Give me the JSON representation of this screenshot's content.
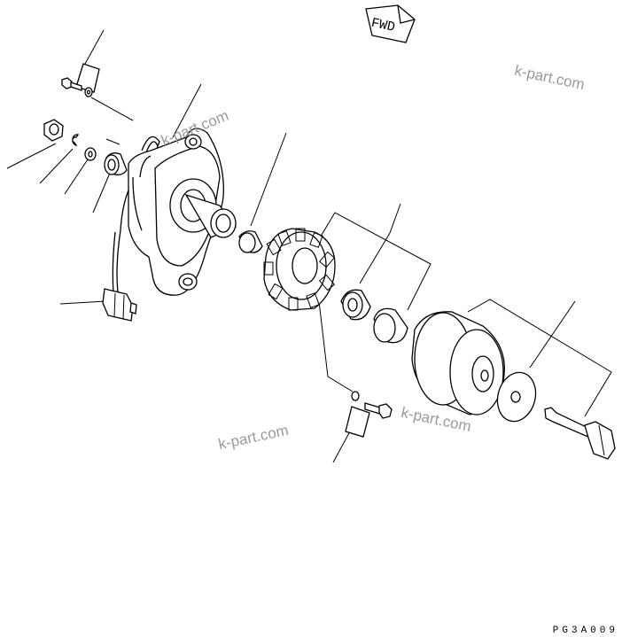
{
  "diagram": {
    "direction_tag": "FWD",
    "drawing_code": "PG3A009",
    "watermark": "k-part.com"
  }
}
